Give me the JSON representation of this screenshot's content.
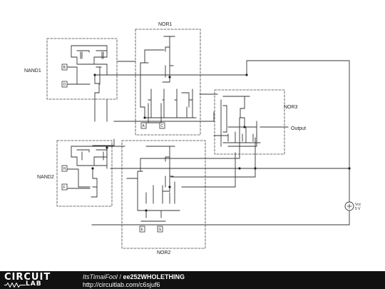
{
  "diagram": {
    "gate_labels": {
      "nand1": "NAND1",
      "nand2": "NAND2",
      "nor1": "NOR1",
      "nor2": "NOR2",
      "nor3": "NOR3"
    },
    "input_labels": {
      "b": "B",
      "d": "D",
      "h": "H",
      "f": "F",
      "a": "A",
      "c": "C",
      "e": "E",
      "g": "G"
    },
    "output_label": "Output",
    "vcc_label": "Vcc",
    "vcc_value": "5 V"
  },
  "footer": {
    "logo_top": "CIRCUIT",
    "logo_bottom": "LAB",
    "author": "ItsTimaiFool",
    "separator": "/",
    "circuit_title": "ee252WHOLETHING",
    "url": "http://circuitlab.com/c6sjuf6"
  }
}
